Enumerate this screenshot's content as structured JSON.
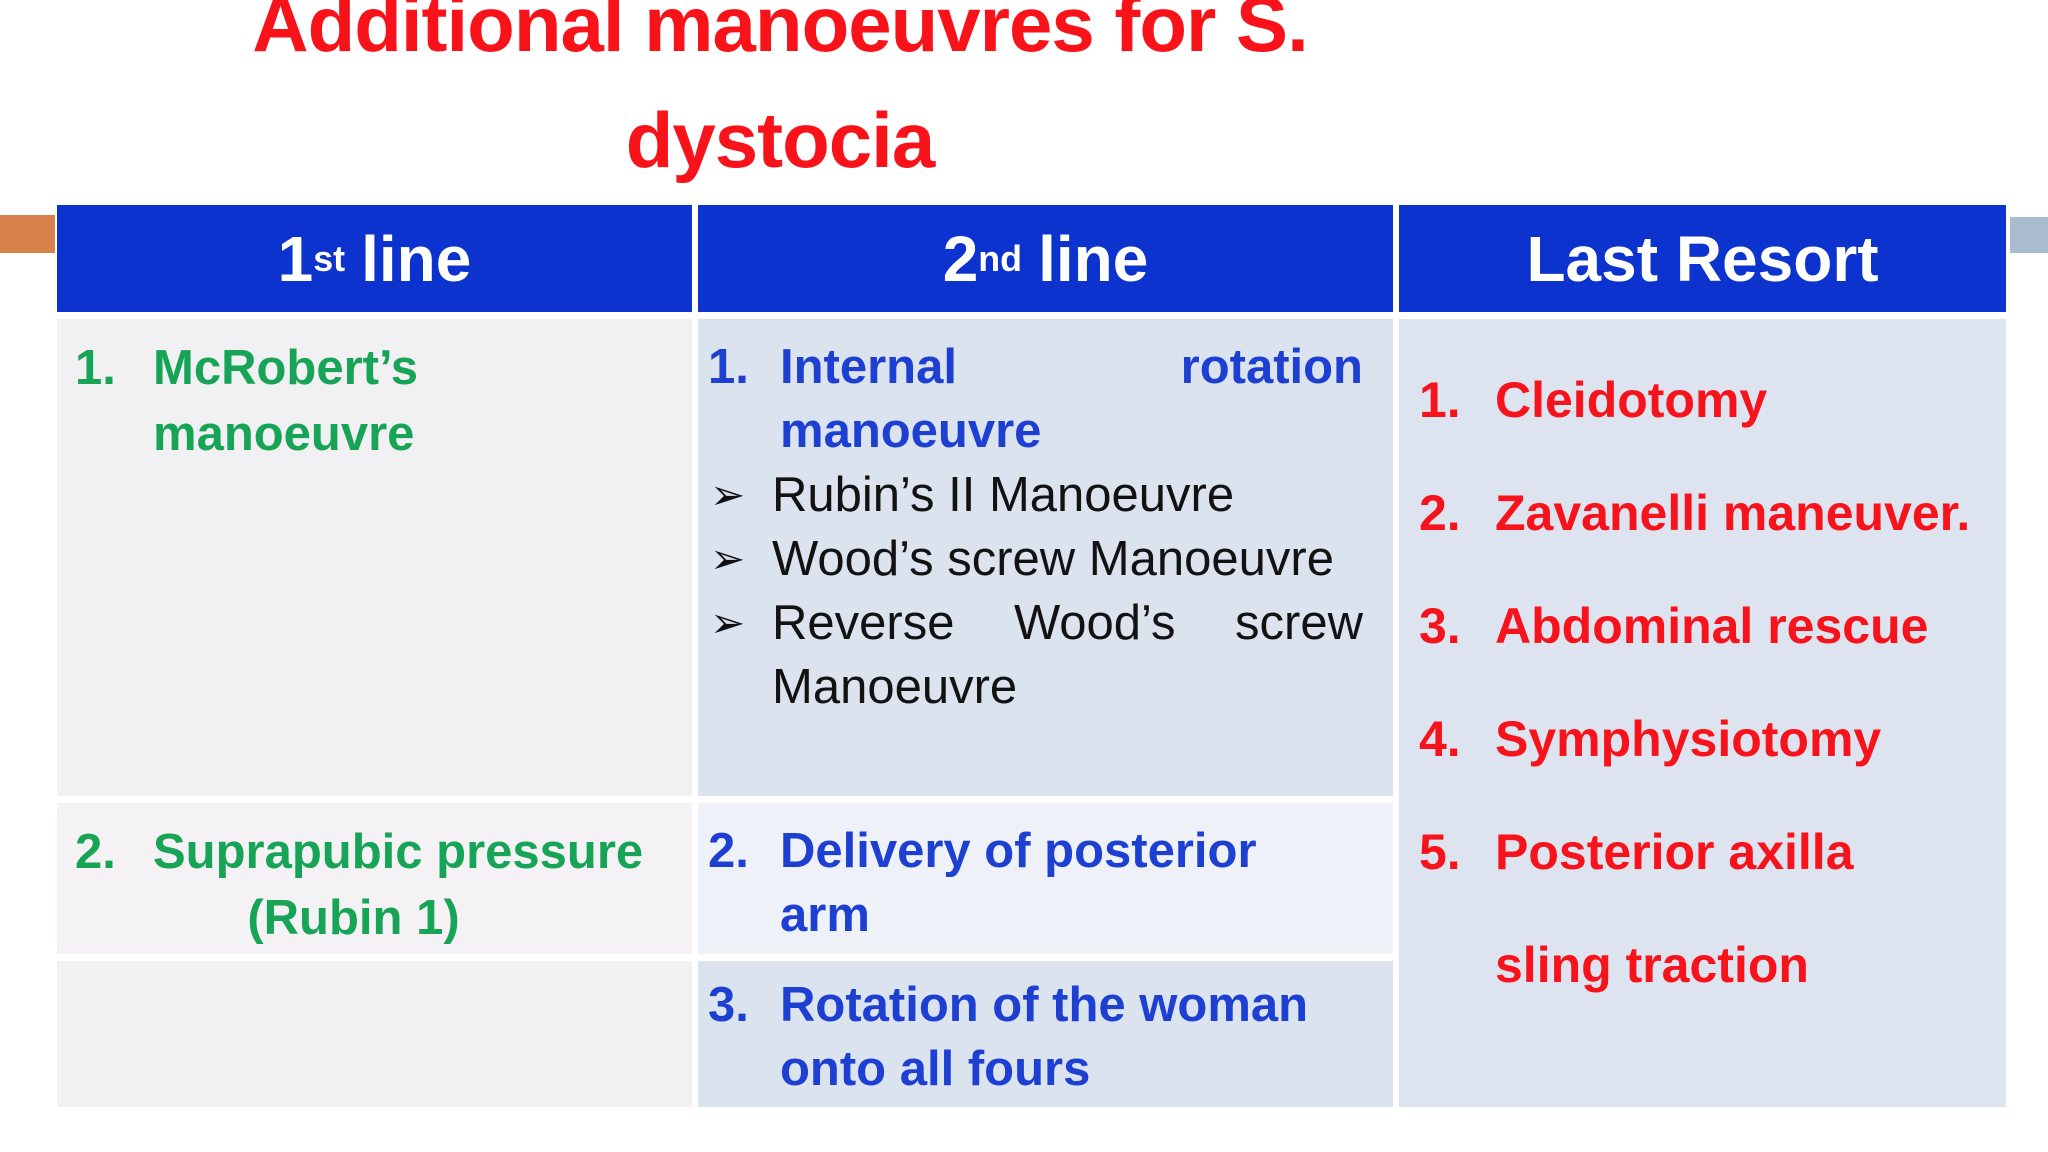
{
  "colors": {
    "title-red": "#f8121a",
    "header-bg": "#0d33cf",
    "header-text": "#ffffff",
    "green-item": "#17a456",
    "blue-item": "#1d3fd2",
    "red-item": "#f6131b",
    "black-item": "#121212",
    "left-accent": "#d9814a",
    "right-accent": "#a9bccf",
    "col1-bg": "#f1f0f3",
    "col1-row2-bg": "#f4f2f5",
    "col2-bg": "#dbe3ee",
    "col2-row2-bg": "#eef1f7",
    "col3-bg": "#dde4ef"
  },
  "title": {
    "line1": "Additional manoeuvres for S.",
    "line2": "dystocia"
  },
  "table": {
    "headers": {
      "col1": {
        "base": "1",
        "sup": "st",
        "rest": "line"
      },
      "col2": {
        "base": "2",
        "sup": "nd",
        "rest": "line"
      },
      "col3": {
        "label": "Last Resort"
      }
    },
    "col1": {
      "item1": {
        "num": "1.",
        "line1": "McRobert’s",
        "line2": "manoeuvre"
      },
      "item2": {
        "num": "2.",
        "line1": "Suprapubic pressure",
        "line2": "(Rubin 1)"
      }
    },
    "col2": {
      "item1": {
        "num": "1.",
        "line1_left": "Internal",
        "line1_right": "rotation",
        "line2": "manoeuvre"
      },
      "bullets": {
        "glyph": "➢",
        "b1": "Rubin’s II Manoeuvre",
        "b2": "Wood’s screw Manoeuvre",
        "b3": {
          "w1": "Reverse",
          "w2": "Wood’s",
          "w3": "screw",
          "line2": "Manoeuvre"
        }
      },
      "item2": {
        "num": "2.",
        "line1": "Delivery of posterior",
        "line2": "arm"
      },
      "item3": {
        "num": "3.",
        "line1": "Rotation of the woman",
        "line2": "onto all fours"
      }
    },
    "col3": {
      "item1": {
        "num": "1.",
        "line1": "Cleidotomy"
      },
      "item2": {
        "num": "2.",
        "line1": "Zavanelli maneuver."
      },
      "item3": {
        "num": "3.",
        "line1": "Abdominal rescue"
      },
      "item4": {
        "num": "4.",
        "line1": "Symphysiotomy"
      },
      "item5": {
        "num": "5.",
        "line1": "Posterior axilla",
        "line2": "sling traction"
      }
    }
  }
}
